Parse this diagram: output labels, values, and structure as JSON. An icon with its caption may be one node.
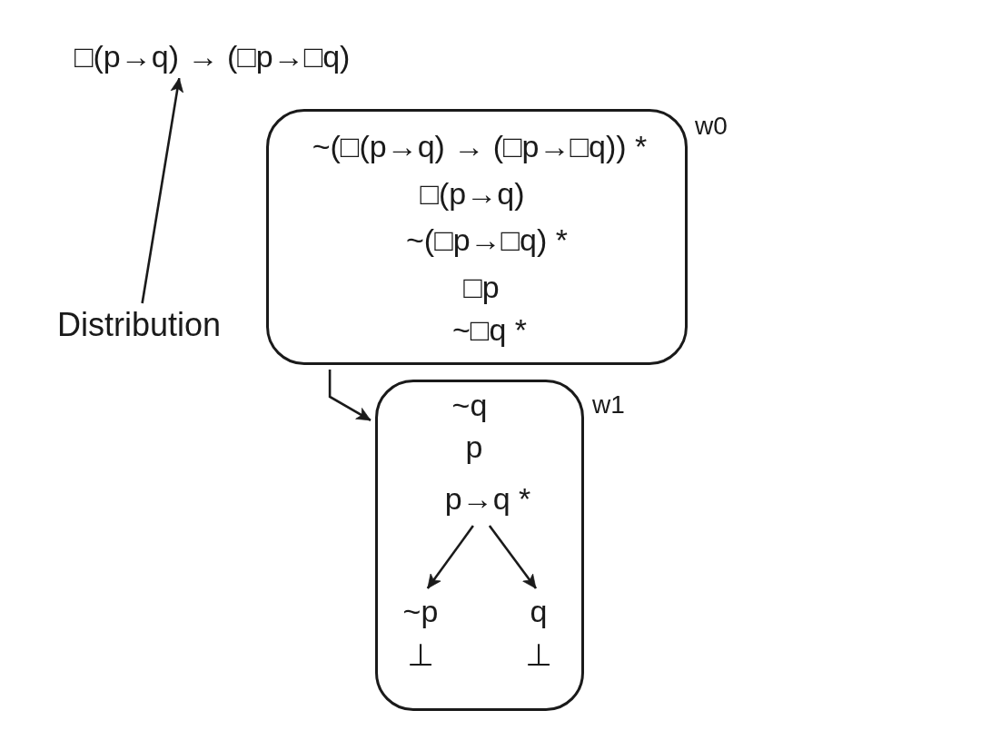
{
  "diagram": {
    "nodes": [
      {
        "text": [
          "□(p→q) → (□p→□q)"
        ]
      },
      {
        "text": [
          "~(□(p→q) → (□p→□q)) *",
          "□(p→q)",
          "~(□p→□q) *",
          "□p",
          "~□q *"
        ],
        "beside": [
          "w0"
        ]
      },
      {
        "text": [
          "Distribution"
        ]
      },
      {
        "text": [
          "~q",
          "p"
        ],
        "beside": [
          "w1"
        ]
      },
      {
        "text": [
          "p→q *"
        ],
        "in": 3
      },
      {
        "text": [
          "~p",
          "⊥"
        ],
        "in": 3
      },
      {
        "text": [
          "q",
          "⊥"
        ],
        "in": 3
      }
    ],
    "edges": [
      {
        "from": 2,
        "to": 0,
        "arrow": "to"
      },
      {
        "from": 1,
        "to": 3,
        "arrow": "to"
      },
      {
        "from": 4,
        "to": 5,
        "arrow": "to"
      },
      {
        "from": 4,
        "to": 6,
        "arrow": "to"
      }
    ]
  }
}
